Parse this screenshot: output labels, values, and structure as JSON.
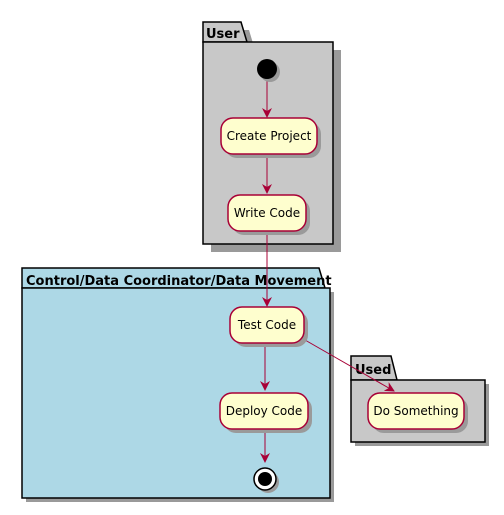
{
  "packages": {
    "user": {
      "label": "User"
    },
    "control": {
      "label": "Control/Data Coordinator/Data Movement"
    },
    "used": {
      "label": "Used"
    }
  },
  "activities": {
    "create_project": "Create Project",
    "write_code": "Write Code",
    "test_code": "Test Code",
    "deploy_code": "Deploy Code",
    "do_something": "Do Something"
  },
  "colors": {
    "package_gray": "#c8c8c8",
    "package_blue": "#add8e6",
    "activity_fill": "#fefece",
    "activity_border": "#a80036",
    "arrow": "#a80036",
    "shadow": "#9a9a9a"
  }
}
